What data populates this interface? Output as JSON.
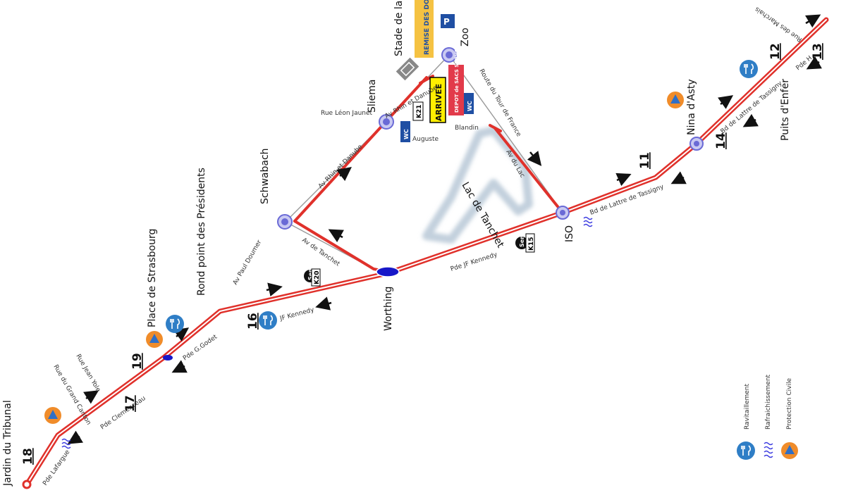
{
  "labels": {
    "stade": "Stade de la Rudelière",
    "remise": "REMISE DES DOSSARDS",
    "zoo": "Zoo",
    "sliema": "Sliema",
    "rue_leon": "Rue Léon Jaunet",
    "av_rhin_top": "Av Rhin et Danube",
    "av_rhin_left": "Av Rhin et Danube",
    "arrivee": "ARRIVEE",
    "depot": "DEPOT de SACS SURVEILLE",
    "wc1": "WC",
    "wc2": "WC",
    "route_tour": "Route du Tour de France",
    "auguste": "Auguste",
    "blandin": "Blandin",
    "lac": "Lac de Tanchet",
    "av_lac": "Av du Lac",
    "schwabach": "Schwabach",
    "av_tanchet": "Av de Tanchet",
    "worthing": "Worthing",
    "pde_kennedy": "Pde JF Kennedy",
    "iso": "ISO",
    "bd_lattre": "Bd de Lattre de Tassigny",
    "bd_lattre2": "Bd de Lattre de Tassigny",
    "nina": "Nina d'Asty",
    "puits": "Puits d'Enfer",
    "pde_h": "Pde H",
    "rue_marchais": "Rue des Marchais",
    "rond_point": "Rond point des Présidents",
    "av_doumer": "Av Paul Doumer",
    "jf_kennedy": "JF Kennedy",
    "place_strasbourg": "Place de Strasbourg",
    "pde_godet": "Pde G.Godet",
    "rue_jean_yole": "Rue Jean Yole",
    "grand_canton": "Rue du Grand Canton",
    "pde_clem": "Pde Clemenceau",
    "jardin": "Jardin du Tribunal",
    "pde_lafargue": "Pde Lafargue",
    "semi": "Semi",
    "k21": "K21",
    "k20": "K20",
    "k15": "K15"
  },
  "km_markers": [
    "11",
    "12",
    "13",
    "14",
    "16",
    "17",
    "18",
    "19"
  ],
  "legend": {
    "ravitaillement": "Ravitaillement",
    "rafraichissement": "Rafraichissement",
    "protection": "Protection Civile"
  },
  "colors": {
    "route": "#e0312b",
    "node": "#6a6ad6",
    "blue_icon": "#2f7ec6",
    "protection_orange": "#f08c2a",
    "protection_blue": "#2f6fc6",
    "water": "#3a3ae0",
    "arrivee_bg": "#ffee00",
    "remise_bg": "#f5c242",
    "wc_bg": "#1f4fa3",
    "depot_bg": "#e23a4a",
    "lake": "#c3d0dd"
  },
  "icons": {
    "ravitaillement": "fork-knife-icon",
    "rafraichissement": "water-waves-icon",
    "protection": "triangle-circle-icon",
    "direction": "arrow-icon",
    "parking": "parking-icon"
  }
}
